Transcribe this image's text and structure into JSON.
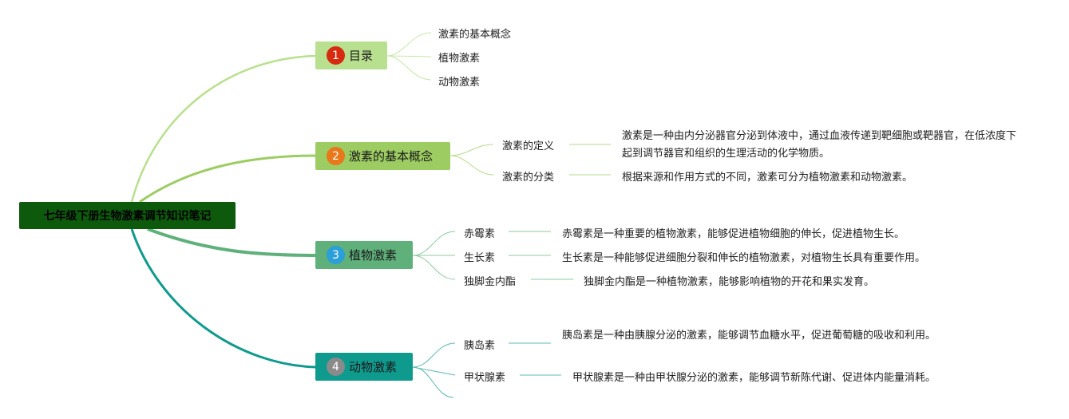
{
  "root": {
    "title": "七年级下册生物激素调节知识笔记"
  },
  "colors": {
    "root": "#0d5a0d",
    "branch1": "#b8e08e",
    "branch2": "#9ccc62",
    "branch3": "#5fb07a",
    "branch4": "#0f9a8e",
    "badge1": "#d62b10",
    "badge2": "#e9771b",
    "badge3": "#2b9fd8",
    "badge4": "#8a8a8a"
  },
  "branches": [
    {
      "number": "1",
      "title": "目录",
      "items": [
        "激素的基本概念",
        "植物激素",
        "动物激素"
      ]
    },
    {
      "number": "2",
      "title": "激素的基本概念",
      "items": [
        {
          "label": "激素的定义",
          "desc": "激素是一种由内分泌器官分泌到体液中，通过血液传递到靶细胞或靶器官，在低浓度下起到调节器官和组织的生理活动的化学物质。"
        },
        {
          "label": "激素的分类",
          "desc": "根据来源和作用方式的不同，激素可分为植物激素和动物激素。"
        }
      ]
    },
    {
      "number": "3",
      "title": "植物激素",
      "items": [
        {
          "label": "赤霉素",
          "desc": "赤霉素是一种重要的植物激素，能够促进植物细胞的伸长，促进植物生长。"
        },
        {
          "label": "生长素",
          "desc": "生长素是一种能够促进细胞分裂和伸长的植物激素，对植物生长具有重要作用。"
        },
        {
          "label": "独脚金内酯",
          "desc": "独脚金内酯是一种植物激素，能够影响植物的开花和果实发育。"
        }
      ]
    },
    {
      "number": "4",
      "title": "动物激素",
      "items": [
        {
          "label": "胰岛素",
          "desc": "胰岛素是一种由胰腺分泌的激素，能够调节血糖水平，促进葡萄糖的吸收和利用。"
        },
        {
          "label": "甲状腺素",
          "desc": "甲状腺素是一种由甲状腺分泌的激素，能够调节新陈代谢、促进体内能量消耗。"
        }
      ]
    }
  ]
}
